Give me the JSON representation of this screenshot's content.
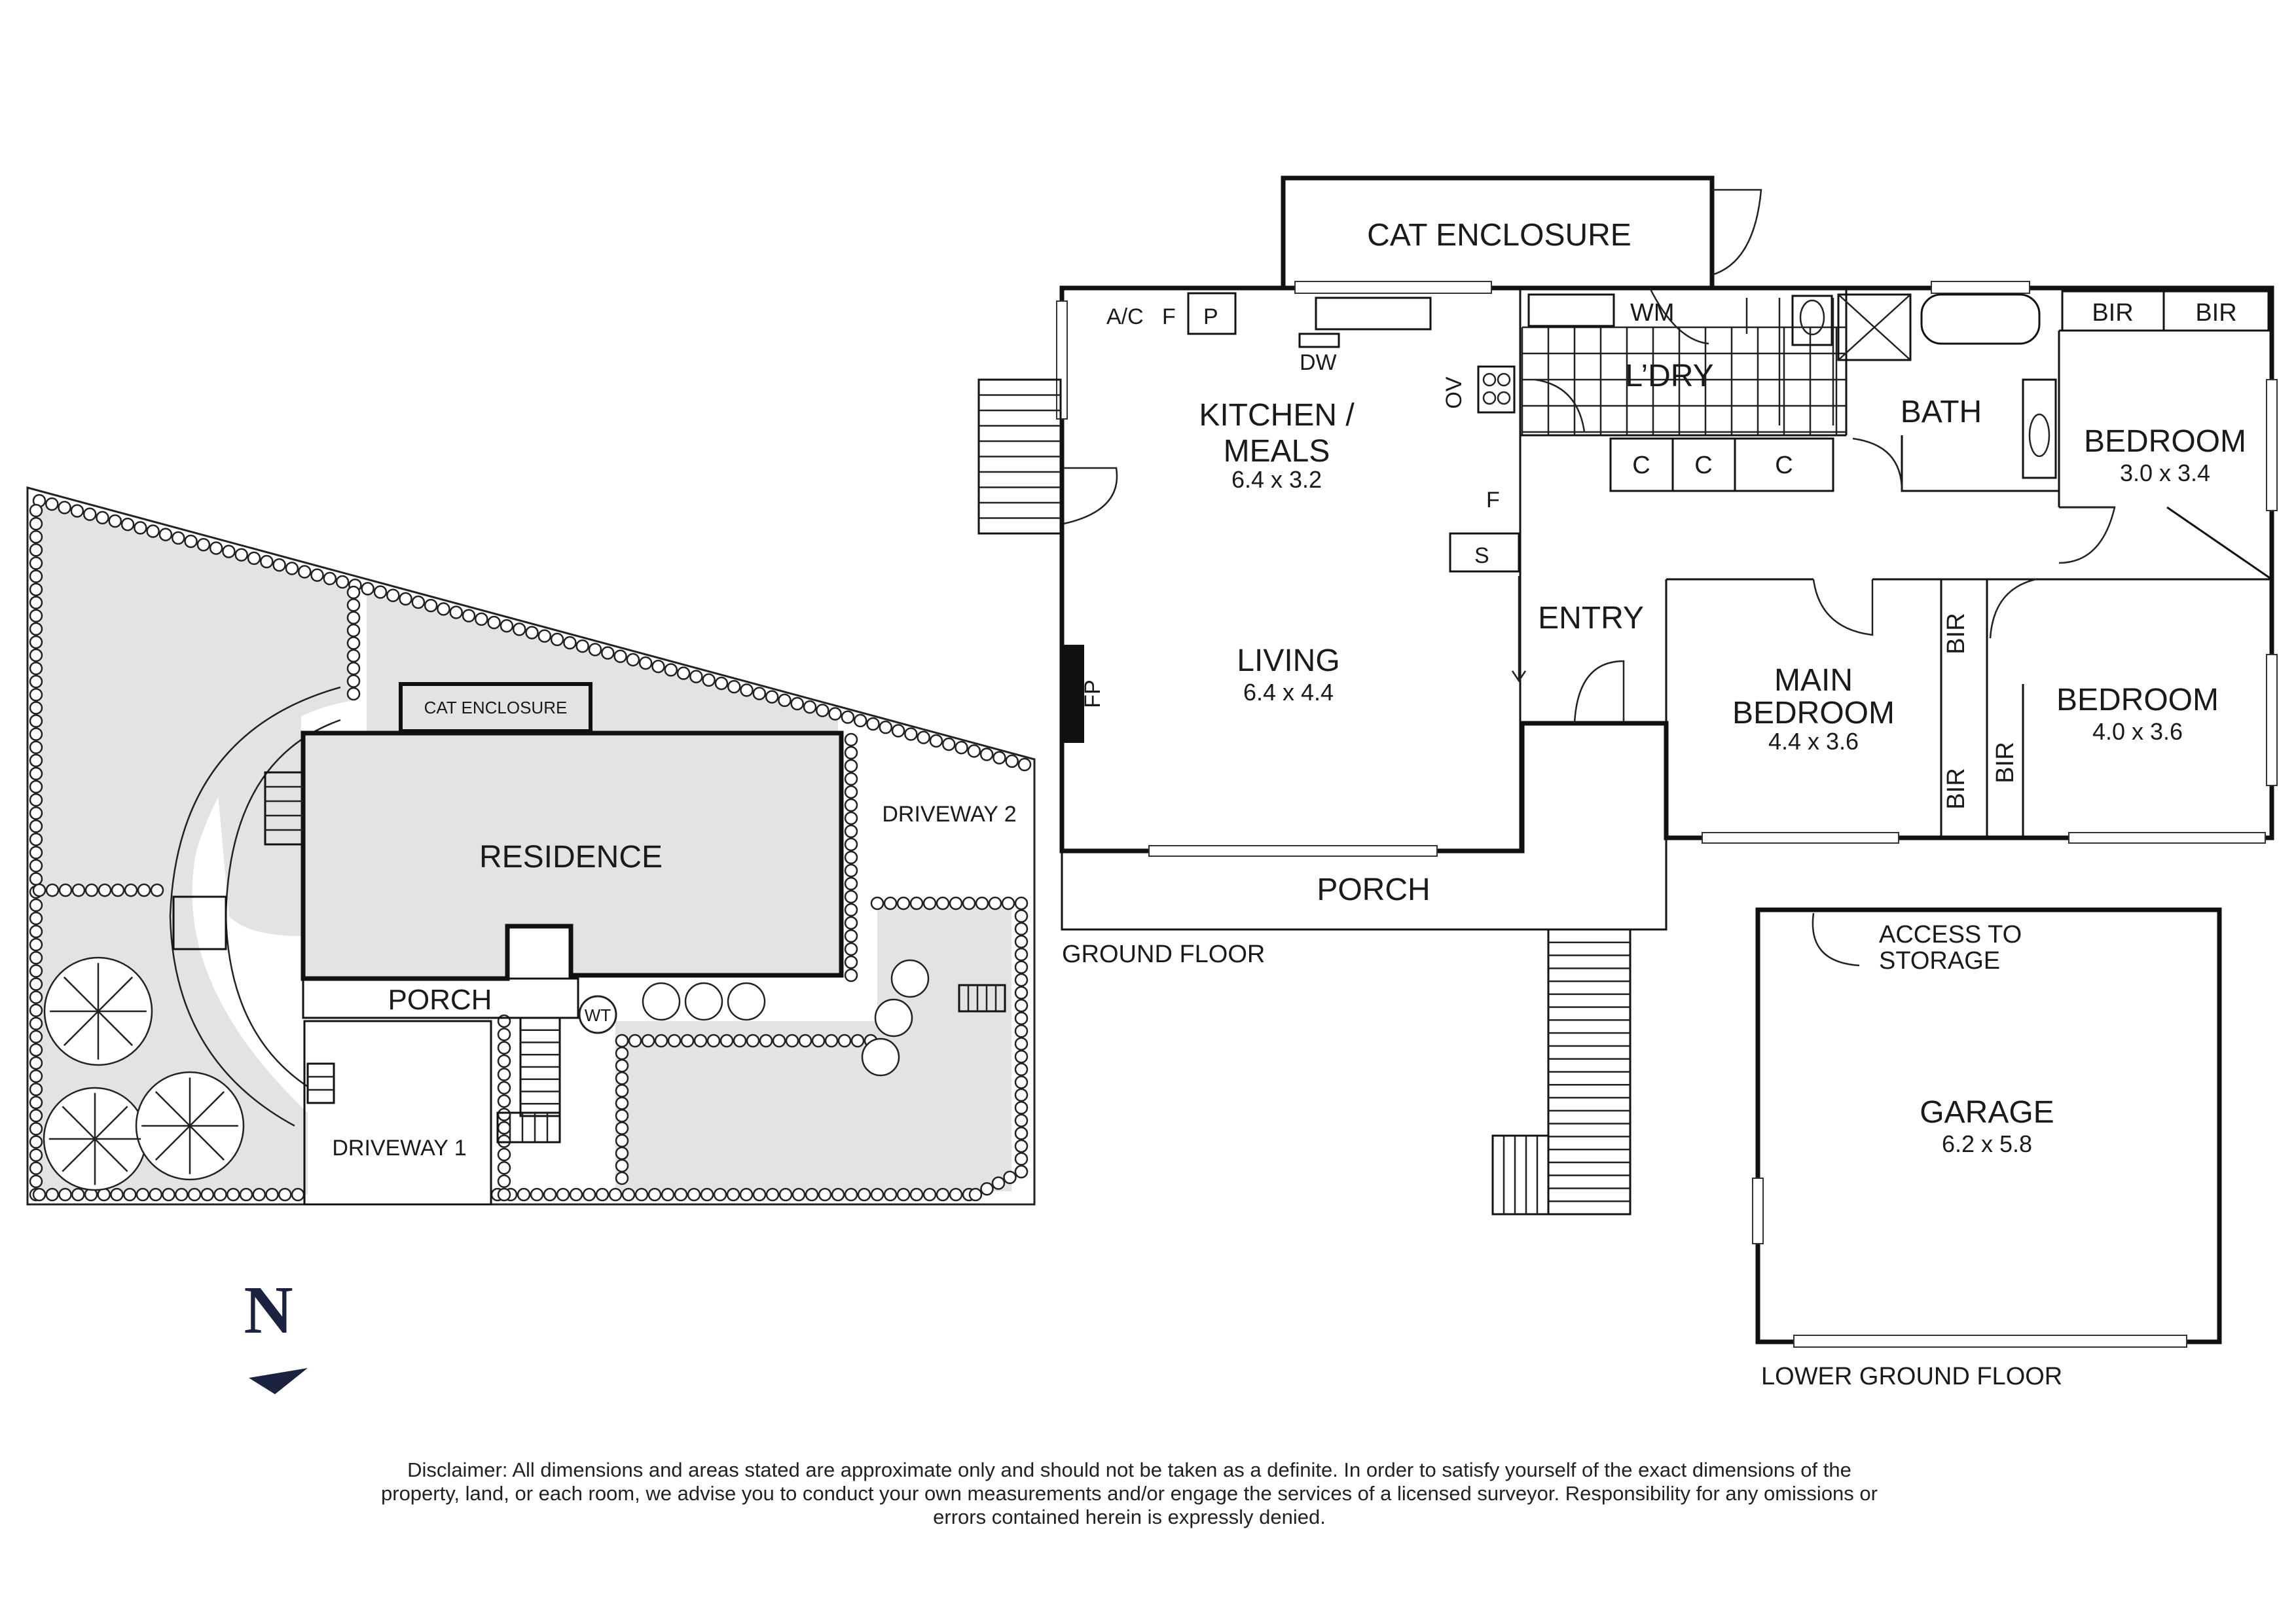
{
  "site_plan": {
    "cat_enclosure": "CAT ENCLOSURE",
    "residence": "RESIDENCE",
    "porch": "PORCH",
    "driveway_1": "DRIVEWAY 1",
    "driveway_2": "DRIVEWAY 2",
    "water_tank": "WT"
  },
  "ground_floor": {
    "caption": "GROUND FLOOR",
    "rooms": {
      "cat_enclosure": "CAT ENCLOSURE",
      "kitchen_line1": "KITCHEN /",
      "kitchen_line2": "MEALS",
      "kitchen_dims": "6.4 x 3.2",
      "living": "LIVING",
      "living_dims": "6.4 x 4.4",
      "laundry": "L’DRY",
      "bath": "BATH",
      "bedroom_1": "BEDROOM",
      "bedroom_1_dims": "3.0 x 3.4",
      "entry": "ENTRY",
      "main_bedroom_line1": "MAIN",
      "main_bedroom_line2": "BEDROOM",
      "main_bedroom_dims": "4.4 x 3.6",
      "bedroom_2": "BEDROOM",
      "bedroom_2_dims": "4.0 x 3.6",
      "porch": "PORCH"
    },
    "fixtures": {
      "ac": "A/C",
      "fridge": "F",
      "pantry": "P",
      "dishwasher": "DW",
      "oven": "OV",
      "fridge_2": "F",
      "storage": "S",
      "fireplace": "FP",
      "washing_machine": "WM",
      "cupboard": "C",
      "bir": "BIR"
    }
  },
  "lower_ground_floor": {
    "caption": "LOWER GROUND FLOOR",
    "garage": "GARAGE",
    "garage_dims": "6.2 x 5.8",
    "access_line1": "ACCESS TO",
    "access_line2": "STORAGE"
  },
  "compass": {
    "letter": "N",
    "color": "#1c2340"
  },
  "disclaimer": "Disclaimer: All dimensions and areas stated are approximate only and should not be taken as a definite. In order to satisfy yourself of the exact dimensions of the property, land, or each room, we advise you to conduct your own measurements and/or engage the services of a licensed surveyor. Responsibility for any omissions or errors contained herein is expressly denied."
}
